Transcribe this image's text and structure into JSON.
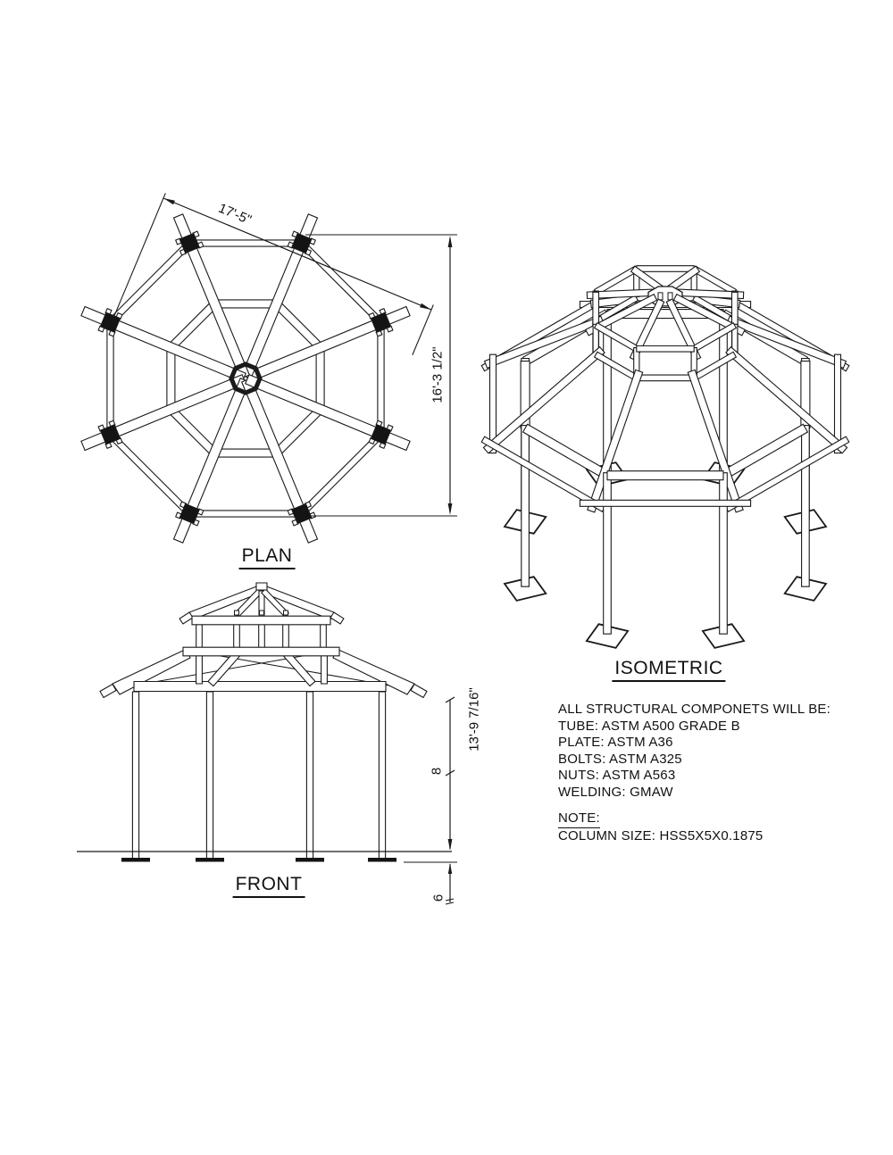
{
  "sheet": {
    "background": "#ffffff",
    "line_color": "#1a1a1a"
  },
  "views": {
    "plan": {
      "label": "PLAN"
    },
    "front": {
      "label": "FRONT"
    },
    "isometric": {
      "label": "ISOMETRIC"
    }
  },
  "dimensions": {
    "plan_width": "17'-5\"",
    "plan_height": "16'-3 1/2\"",
    "front_overall_height": "13'-9 7/16\"",
    "front_column_height": "8",
    "front_base_depth": "6"
  },
  "notes": {
    "material_spec": [
      "ALL STRUCTURAL COMPONETS WILL BE:",
      "TUBE: ASTM A500 GRADE B",
      "PLATE: ASTM A36",
      "BOLTS: ASTM A325",
      "NUTS: ASTM A563",
      "WELDING: GMAW"
    ],
    "note_heading": "NOTE:",
    "note_line": "COLUMN SIZE: HSS5X5X0.1875"
  }
}
